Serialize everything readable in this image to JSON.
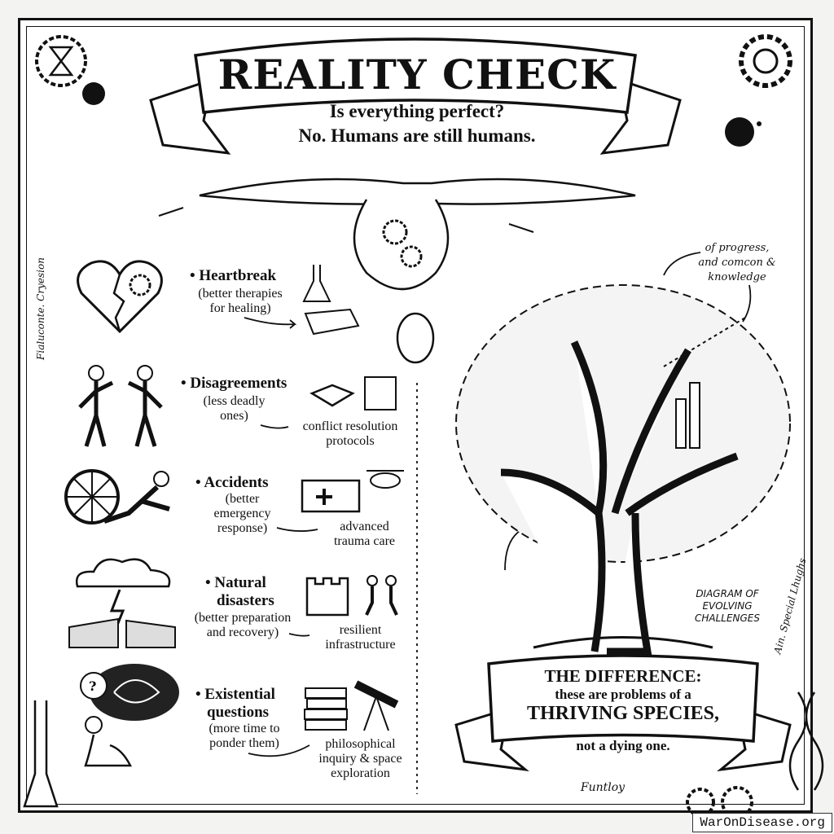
{
  "header": {
    "title": "REALITY CHECK",
    "subtitle_line1": "Is everything perfect?",
    "subtitle_line2": "No. Humans are still humans."
  },
  "challenges": [
    {
      "label": "Heartbreak",
      "desc": [
        "(better therapies",
        "for healing)"
      ],
      "solution": []
    },
    {
      "label": "Disagreements",
      "desc": [
        "(less deadly",
        "ones)"
      ],
      "solution": [
        "conflict resolution",
        "protocols"
      ]
    },
    {
      "label": "Accidents",
      "desc": [
        "(better",
        "emergency",
        "response)"
      ],
      "solution": [
        "advanced",
        "trauma care"
      ]
    },
    {
      "label": "Natural",
      "label2": "disasters",
      "desc": [
        "(better preparation",
        "and recovery)"
      ],
      "solution": [
        "resilient",
        "infrastructure"
      ]
    },
    {
      "label": "Existential",
      "label2": "questions",
      "desc": [
        "(more time to",
        "ponder them)"
      ],
      "solution": [
        "philosophical",
        "inquiry & space",
        "exploration"
      ]
    }
  ],
  "tree": {
    "annotation": [
      "of progress,",
      "and comcon &",
      "knowledge"
    ],
    "diagram_label": [
      "DIAGRAM OF",
      "EVOLVING",
      "CHALLENGES"
    ]
  },
  "footer_banner": {
    "line1": "THE DIFFERENCE:",
    "line2": "these are problems of a",
    "line3": "THRIVING SPECIES,",
    "line4": "not a dying one."
  },
  "signatures": [
    "Fialuconte. Cryesion",
    "Ain. Special Lhughs",
    "Funtloy"
  ],
  "watermark": "WarOnDisease.org"
}
